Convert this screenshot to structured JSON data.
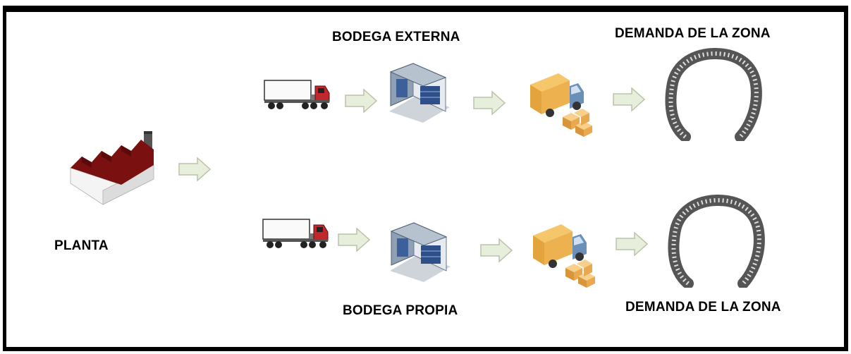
{
  "labels": {
    "planta": "PLANTA",
    "bodega_externa": "BODEGA EXTERNA",
    "bodega_propia": "BODEGA PROPIA",
    "demanda_top": "DEMANDA DE LA ZONA",
    "demanda_bottom": "DEMANDA DE LA ZONA"
  },
  "icons": {
    "factory": "factory-icon",
    "truck": "truck-icon",
    "warehouse": "warehouse-icon",
    "delivery": "delivery-truck-boxes-icon",
    "crowd": "crowd-icon",
    "arrow": "arrow-right-icon"
  },
  "colors": {
    "frame": "#000000",
    "roof": "#7a1010",
    "arrow_fill": "#e8eedc",
    "arrow_stroke": "#b9c2a6",
    "truck_cab": "#c0282b",
    "box": "#e8a94a"
  }
}
